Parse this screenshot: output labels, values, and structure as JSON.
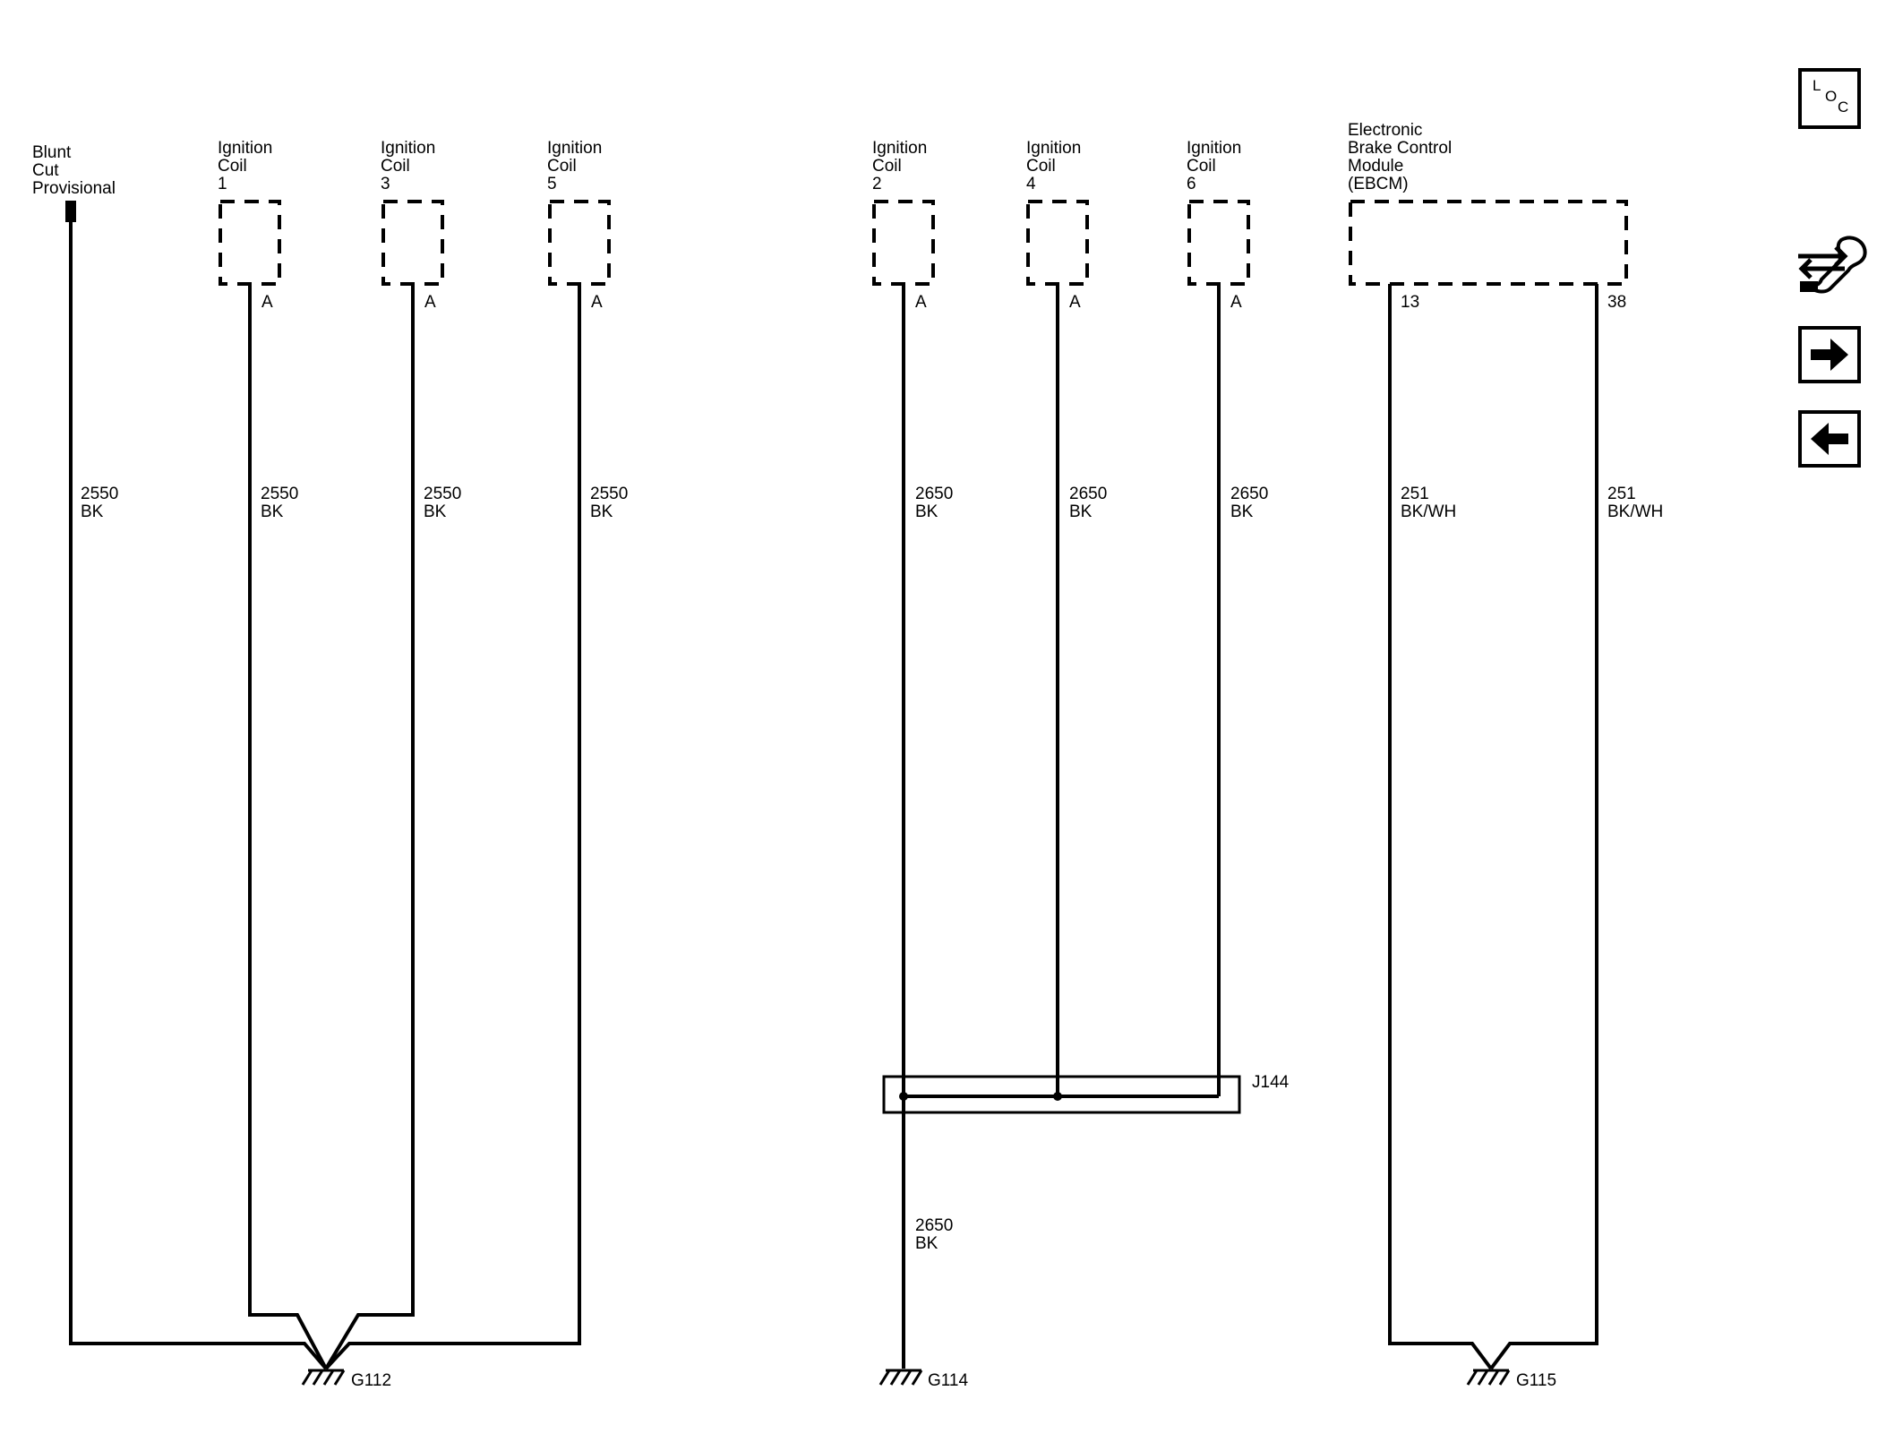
{
  "components": {
    "blunt_cut": [
      "Blunt",
      "Cut",
      "Provisional"
    ],
    "coil1": [
      "Ignition",
      "Coil",
      "1"
    ],
    "coil3": [
      "Ignition",
      "Coil",
      "3"
    ],
    "coil5": [
      "Ignition",
      "Coil",
      "5"
    ],
    "coil2": [
      "Ignition",
      "Coil",
      "2"
    ],
    "coil4": [
      "Ignition",
      "Coil",
      "4"
    ],
    "coil6": [
      "Ignition",
      "Coil",
      "6"
    ],
    "ebcm": [
      "Electronic",
      "Brake Control",
      "Module",
      "(EBCM)"
    ]
  },
  "pins": {
    "coil1": "A",
    "coil3": "A",
    "coil5": "A",
    "coil2": "A",
    "coil4": "A",
    "coil6": "A",
    "ebcm_left": "13",
    "ebcm_right": "38"
  },
  "wires": {
    "blunt": [
      "2550",
      "BK"
    ],
    "coil1": [
      "2550",
      "BK"
    ],
    "coil3": [
      "2550",
      "BK"
    ],
    "coil5": [
      "2550",
      "BK"
    ],
    "coil2": [
      "2650",
      "BK"
    ],
    "coil4": [
      "2650",
      "BK"
    ],
    "coil6": [
      "2650",
      "BK"
    ],
    "g114_feed": [
      "2650",
      "BK"
    ],
    "ebcm_13": [
      "251",
      "BK/WH"
    ],
    "ebcm_38": [
      "251",
      "BK/WH"
    ]
  },
  "splice": "J144",
  "grounds": {
    "g112": "G112",
    "g114": "G114",
    "g115": "G115"
  },
  "nav": {
    "loc_letters": [
      "L",
      "O",
      "C"
    ],
    "icons": {
      "loc": "location-icon",
      "tools": "wrench-tools-icon",
      "forward": "arrow-right-icon",
      "back": "arrow-left-icon"
    }
  }
}
